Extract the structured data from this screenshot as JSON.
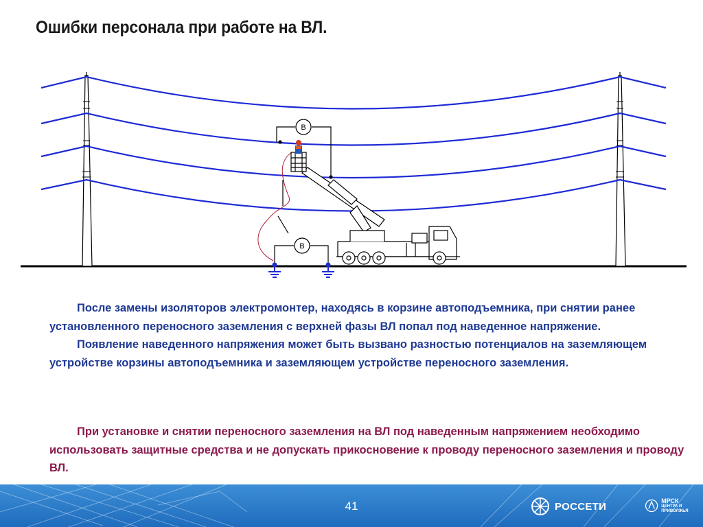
{
  "title": "Ошибки персонала при работе на ВЛ.",
  "diagram": {
    "voltmeter_top_label": "В",
    "voltmeter_bottom_label": "В",
    "colors": {
      "wire": "#1e2bd6",
      "ground_symbol": "#1e2bd6",
      "rope": "#b0203a",
      "structure": "#000000"
    }
  },
  "body": {
    "paragraph1": "После замены изоляторов электромонтер, находясь в корзине автоподъемника, при снятии ранее установленного переносного заземления с верхней фазы ВЛ попал под наведенное напряжение.",
    "paragraph2": "Появление наведенного напряжения может быть вызвано разностью потенциалов на заземляющем устройстве корзины автоподъемника и заземляющем устройстве переносного заземления."
  },
  "warning": {
    "paragraph": "При установке и снятии переносного заземления на ВЛ под наведенным напряжением необходимо использовать защитные средства и не допускать прикосновение к проводу переносного заземления и проводу ВЛ."
  },
  "footer": {
    "page_number": "41",
    "logo_rosseti": "РОССЕТИ",
    "logo_mrsk": "МРСК",
    "logo_mrsk_sub": "ЦЕНТРА И ПРИВОЛЖЬЯ",
    "colors": {
      "background": "#2a78c9",
      "text": "#ffffff"
    }
  }
}
